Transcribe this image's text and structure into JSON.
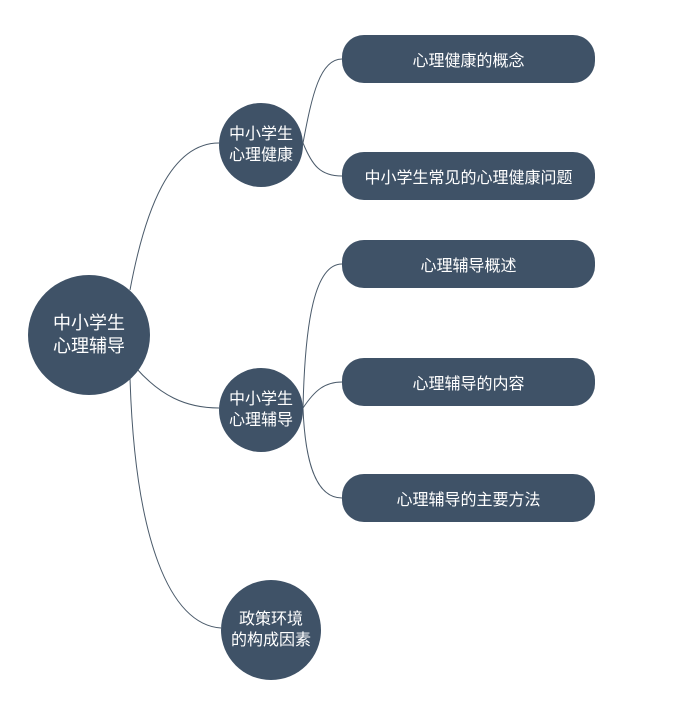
{
  "mindmap": {
    "root": {
      "label": "中小学生\n心理辅导"
    },
    "branches": [
      {
        "label": "中小学生\n心理健康",
        "children": [
          {
            "label": "心理健康的概念"
          },
          {
            "label": "中小学生常见的心理健康问题"
          }
        ]
      },
      {
        "label": "中小学生\n心理辅导",
        "children": [
          {
            "label": "心理辅导概述"
          },
          {
            "label": "心理辅导的内容"
          },
          {
            "label": "心理辅导的主要方法"
          }
        ]
      },
      {
        "label": "政策环境\n的构成因素",
        "children": []
      }
    ]
  },
  "colors": {
    "node_fill": "#3f5267",
    "node_text": "#ffffff",
    "connector": "#4a5a6a",
    "background": "#ffffff"
  }
}
